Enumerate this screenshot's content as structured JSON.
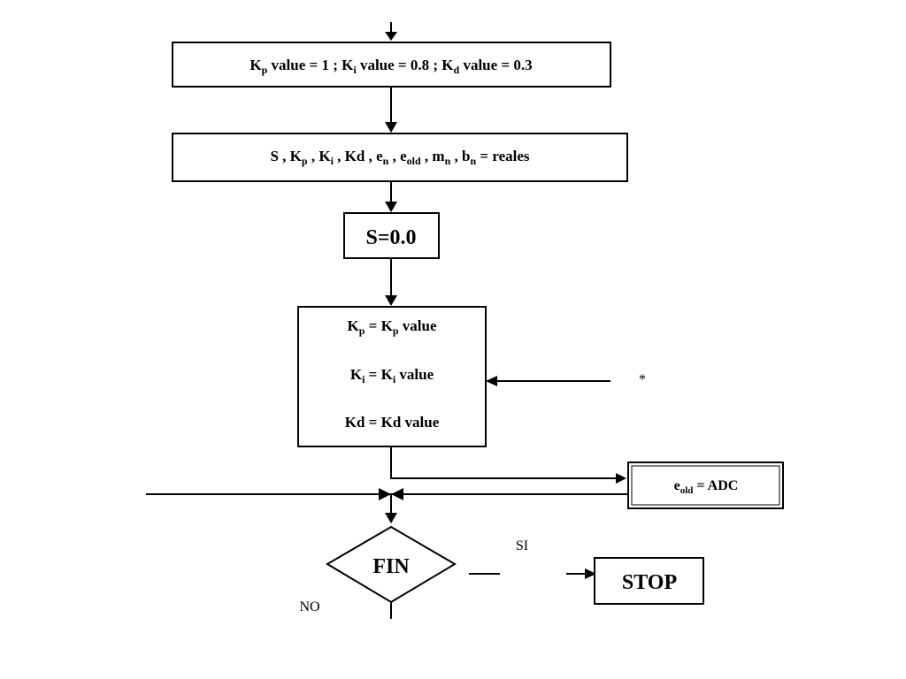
{
  "steps": {
    "gain_values": {
      "kp_sym": "K",
      "kp_sub": "p",
      "kp_text": " value = 1 ; ",
      "ki_sym": "K",
      "ki_sub": "i",
      "ki_text": " value = 0.8 ; ",
      "kd_sym": "K",
      "kd_sub": "d",
      "kd_text": " value = 0.3"
    },
    "declare": {
      "s": "S  , ",
      "kp_sym": "K",
      "kp_sub": "p",
      "t1": " , ",
      "ki_sym": "K",
      "ki_sub": "i",
      "t2": "  , Kd  , ",
      "en_sym": "e",
      "en_sub": "n",
      "t3": " , ",
      "eold_sym": "e",
      "eold_sub": "old",
      "t4": " , ",
      "mn_sym": "m",
      "mn_sub": "n",
      "t5": " , ",
      "bn_sym": "b",
      "bn_sub": "n",
      "t6": " = reales"
    },
    "init_s": "S=0.0",
    "assign": {
      "line1": {
        "a_sym": "K",
        "a_sub": "p",
        "mid": " = ",
        "b_sym": "K",
        "b_sub": "p",
        "tail": " value"
      },
      "line2": {
        "a_sym": "K",
        "a_sub": "i",
        "mid": " = ",
        "b_sym": "K",
        "b_sub": "i",
        "tail": " value"
      },
      "line3": "Kd = Kd value"
    },
    "adc": {
      "sym": "e",
      "sub": "old",
      "tail": " = ADC"
    },
    "decision": "FIN",
    "stop": "STOP"
  },
  "labels": {
    "yes": "SI",
    "no": "NO",
    "connector": "*"
  }
}
